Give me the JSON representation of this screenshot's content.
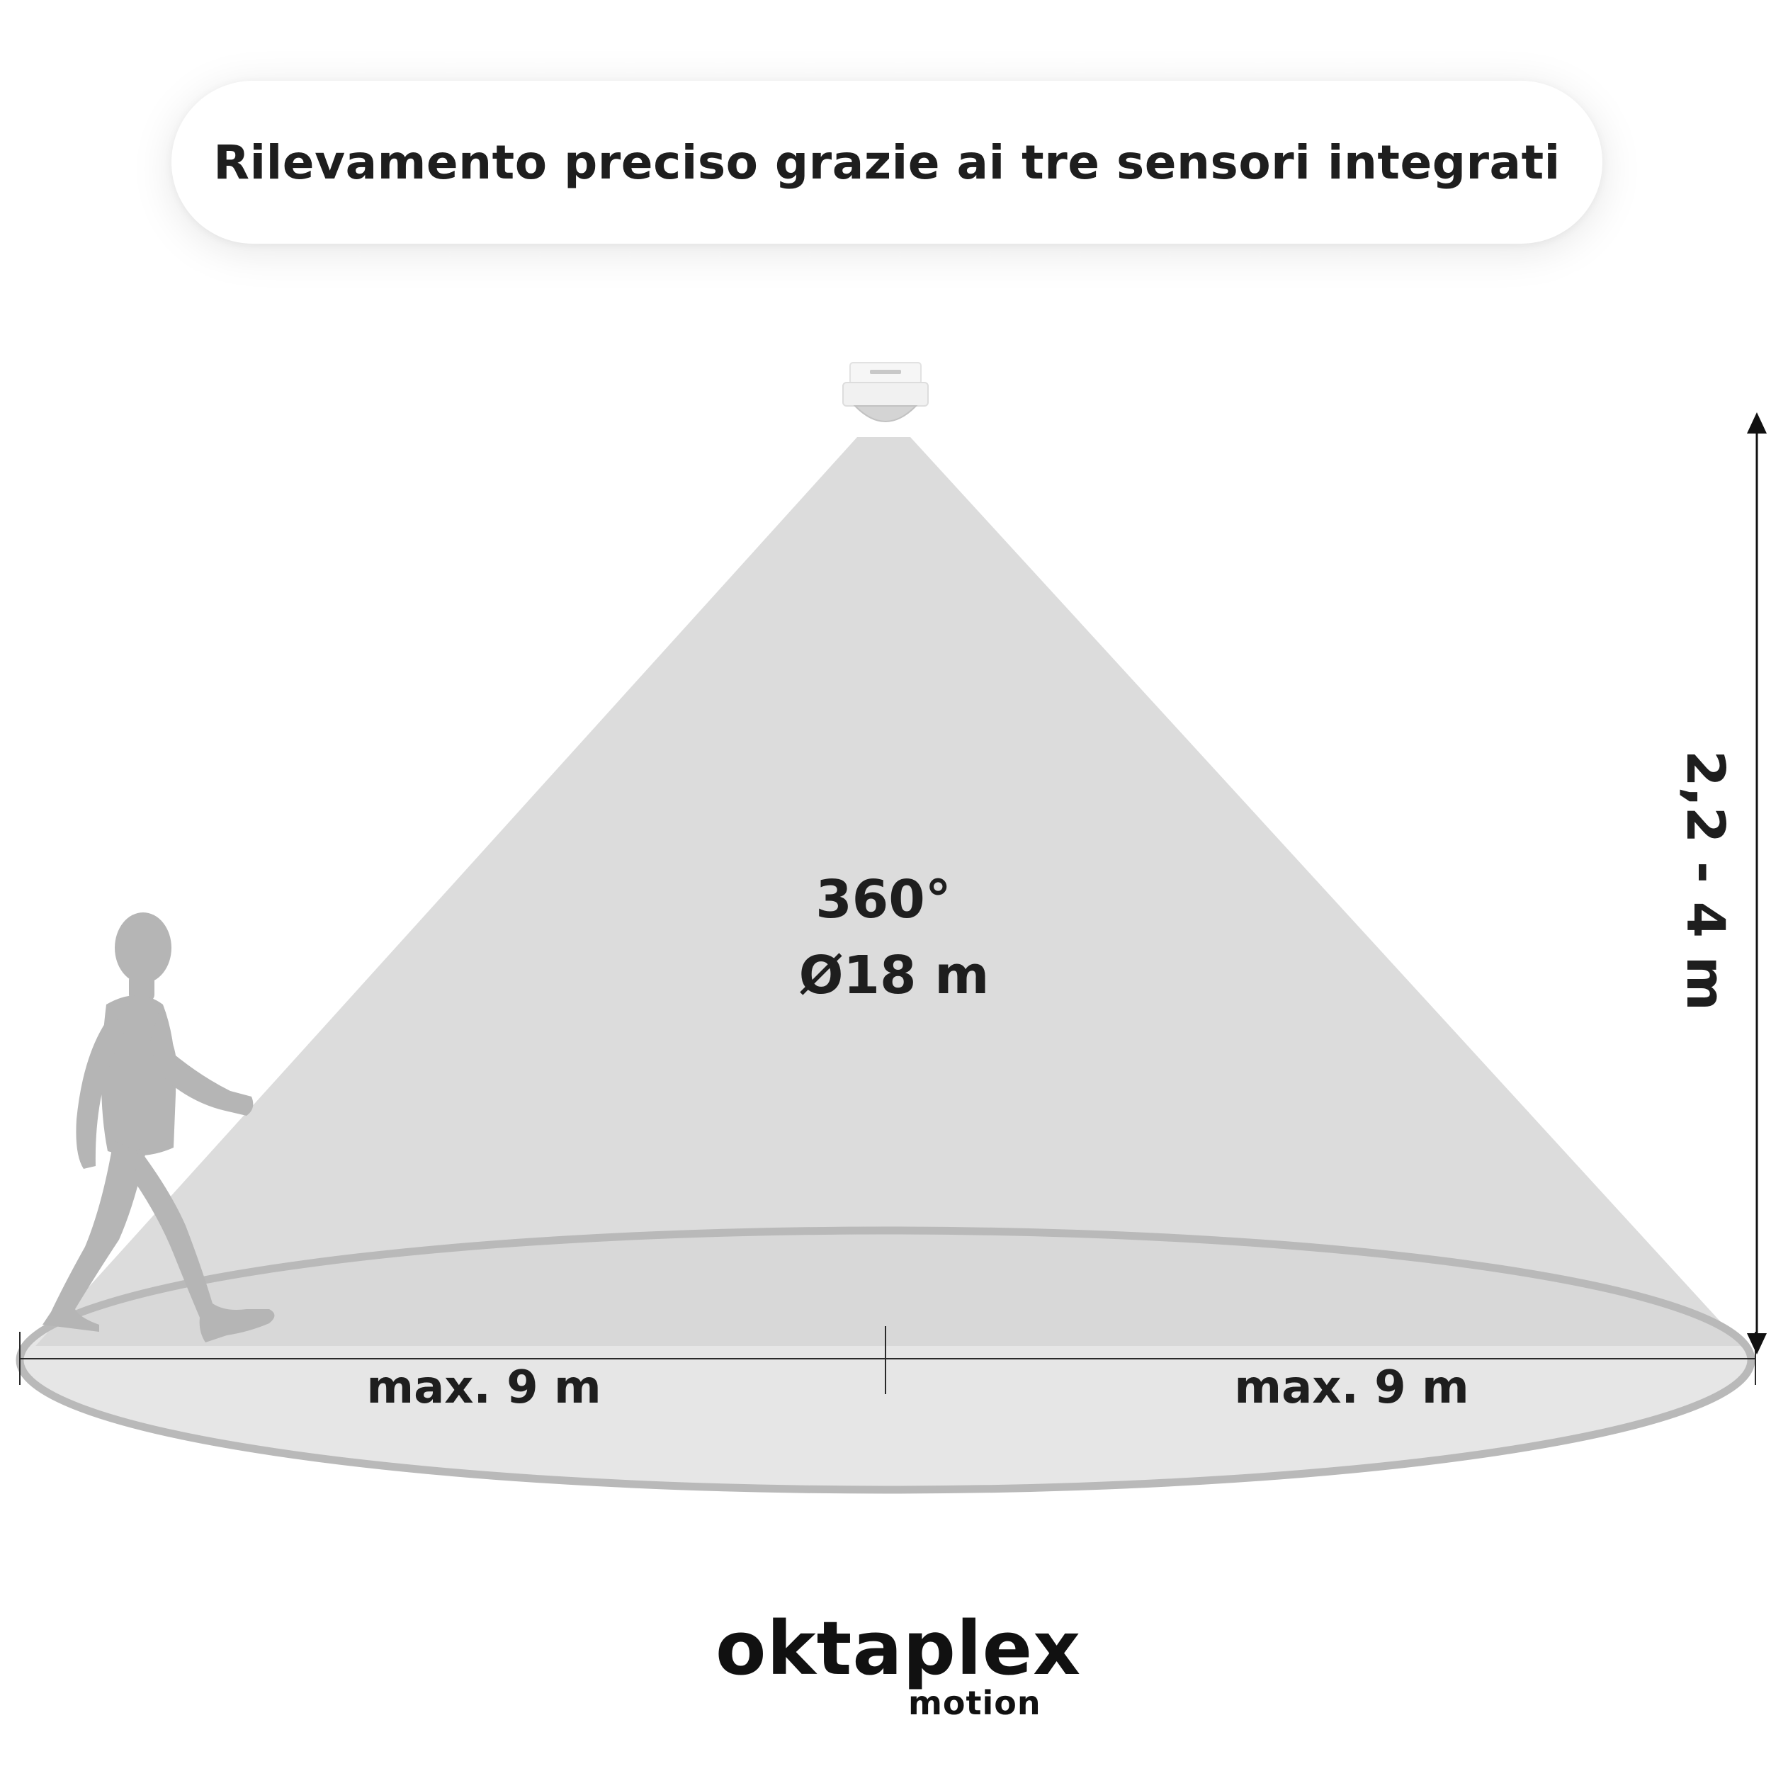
{
  "header": {
    "title": "Rilevamento preciso grazie ai tre sensori integrati"
  },
  "diagram": {
    "angle_label": "360°",
    "diameter_label": "Ø18 m",
    "height_label": "2,2 - 4 m",
    "left_range_label": "max. 9 m",
    "right_range_label": "max. 9 m"
  },
  "brand": {
    "name": "oktaplex",
    "subline": "motion"
  },
  "colors": {
    "cone_fill": "#dcdcdc",
    "floor_ellipse_fill": "#d6d6d6",
    "floor_ellipse_stroke": "#b9b9b9",
    "person_silhouette": "#b5b5b5",
    "text": "#1e1e1e",
    "background": "#ffffff"
  },
  "icons": {
    "sensor": "ceiling-motion-sensor-icon",
    "person": "walking-person-icon",
    "height_arrow": "double-arrow-vertical-icon"
  }
}
